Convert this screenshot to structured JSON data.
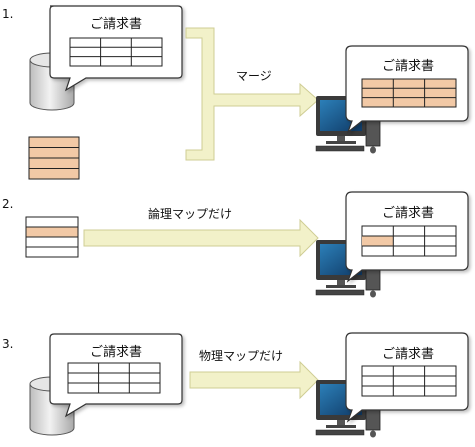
{
  "colors": {
    "arrow_fill": "#f2f1c9",
    "arrow_stroke": "#cfcd94",
    "peach": "#f2c9a6",
    "line": "#222222",
    "monitor_frame": "#3a3a3a",
    "screen": "#1f5f8f",
    "cylinder": "#d9d9d9"
  },
  "sections": [
    {
      "number": "1.",
      "doc_left_title": "ご請求書",
      "arrow_label": "マージ",
      "doc_right_title": "ご請求書",
      "highlight": "all"
    },
    {
      "number": "2.",
      "arrow_label": "論理マップだけ",
      "doc_right_title": "ご請求書",
      "highlight": "single"
    },
    {
      "number": "3.",
      "doc_left_title": "ご請求書",
      "arrow_label": "物理マップだけ",
      "doc_right_title": "ご請求書",
      "highlight": "none"
    }
  ]
}
